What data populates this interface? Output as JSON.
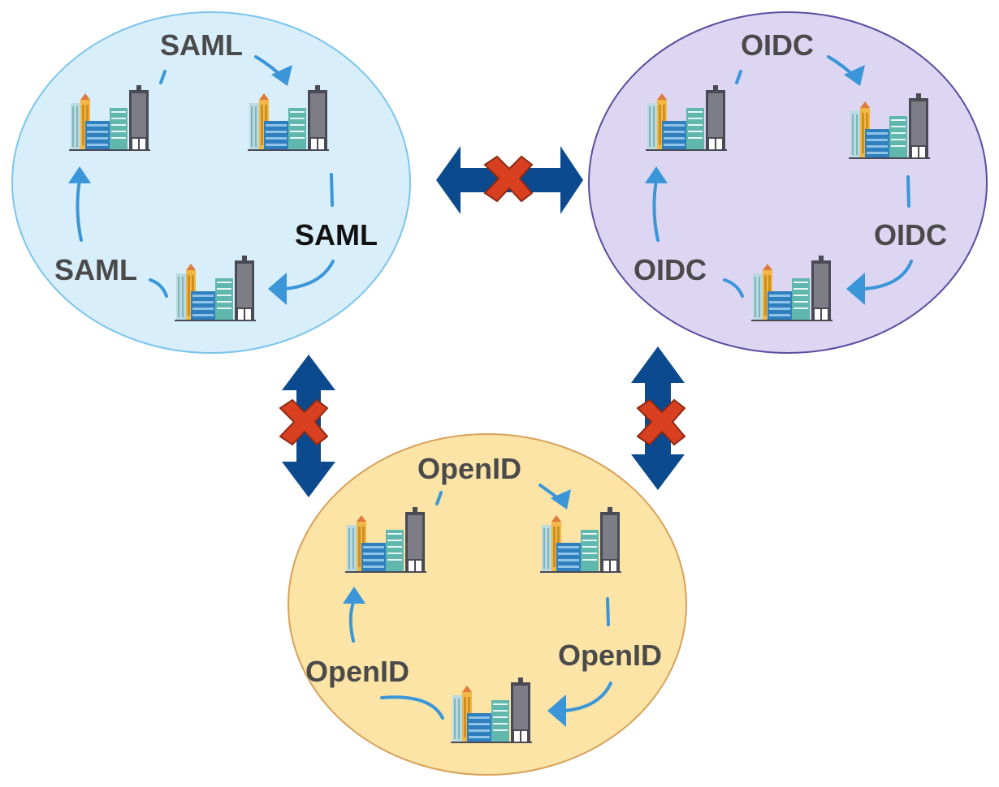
{
  "colors": {
    "saml_fill": "#d9eefb",
    "saml_stroke": "#7cc4ee",
    "oidc_fill": "#dcd6f2",
    "oidc_stroke": "#5a4ea0",
    "openid_fill": "#fbe4a6",
    "openid_stroke": "#d9a15a",
    "flow_arrow": "#3a96d8",
    "link_arrow": "#0b4a8e",
    "blocked_x": "#d9401f",
    "label_text": "#4a4a4a",
    "label_text_dark": "#111111"
  },
  "icons": {
    "building": "city-buildings-icon",
    "blocked": "red-x-icon"
  },
  "federations": {
    "saml": {
      "labels": [
        "SAML",
        "SAML",
        "SAML"
      ]
    },
    "oidc": {
      "labels": [
        "OIDC",
        "OIDC",
        "OIDC"
      ]
    },
    "openid": {
      "labels": [
        "OpenID",
        "OpenID",
        "OpenID"
      ]
    }
  }
}
